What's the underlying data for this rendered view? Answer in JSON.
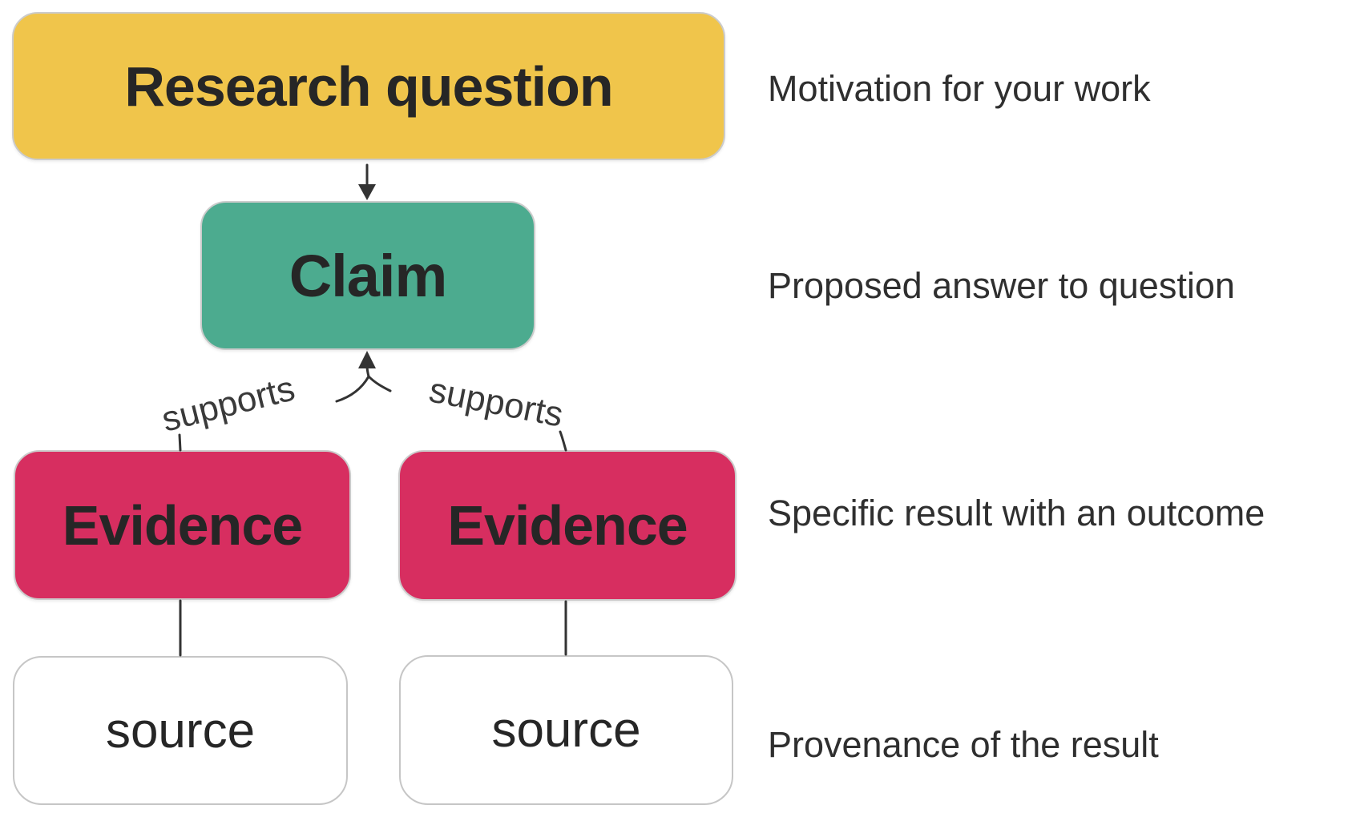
{
  "diagram": {
    "nodes": {
      "research_question": {
        "label": "Research question",
        "fill": "#F0C54B"
      },
      "claim": {
        "label": "Claim",
        "fill": "#4CAB8F"
      },
      "evidence_1": {
        "label": "Evidence",
        "fill": "#D72E60"
      },
      "evidence_2": {
        "label": "Evidence",
        "fill": "#D72E60"
      },
      "source_1": {
        "label": "source",
        "fill": "#FFFFFF"
      },
      "source_2": {
        "label": "source",
        "fill": "#FFFFFF"
      }
    },
    "edge_labels": {
      "supports_left": "supports",
      "supports_right": "supports"
    },
    "annotations": {
      "research_question": "Motivation for your work",
      "claim": "Proposed answer to question",
      "evidence": "Specific result with an outcome",
      "source": "Provenance of the result"
    },
    "colors": {
      "arrow": "#333333",
      "node_text": "#262626",
      "annotation_text": "#2F2F2F",
      "node_border": "#CBCBCB"
    }
  }
}
